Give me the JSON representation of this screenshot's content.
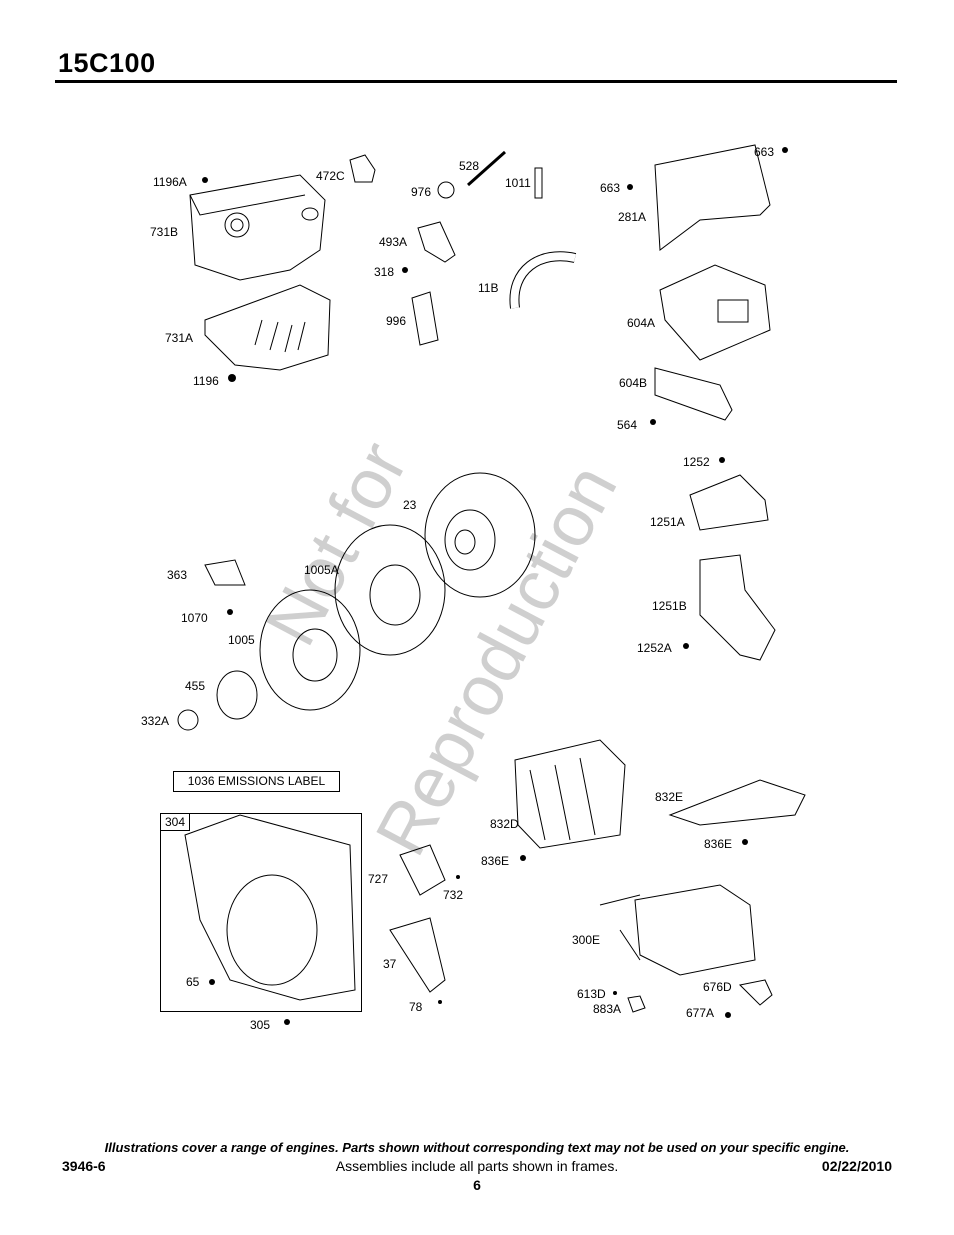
{
  "header": {
    "title": "15C100"
  },
  "watermark": {
    "line1": "Not for",
    "line2": "Reproduction"
  },
  "emissions_label": "1036 EMISSIONS LABEL",
  "frame_label": "304",
  "parts": [
    "1196A",
    "472C",
    "731B",
    "731A",
    "1196",
    "976",
    "528",
    "1011",
    "493A",
    "318",
    "11B",
    "996",
    "663",
    "663",
    "281A",
    "604A",
    "604B",
    "564",
    "1252",
    "1251A",
    "1251B",
    "1252A",
    "23",
    "1005A",
    "363",
    "1070",
    "1005",
    "455",
    "332A",
    "832E",
    "832D",
    "836E",
    "836E",
    "727",
    "732",
    "37",
    "78",
    "300E",
    "613D",
    "883A",
    "676D",
    "677A",
    "65",
    "305"
  ],
  "footer": {
    "note": "Illustrations cover a range of engines. Parts shown without corresponding text may not be used on your specific engine.",
    "doc_number": "3946-6",
    "assemblies": "Assemblies include all parts shown in frames.",
    "date": "02/22/2010",
    "page": "6"
  }
}
